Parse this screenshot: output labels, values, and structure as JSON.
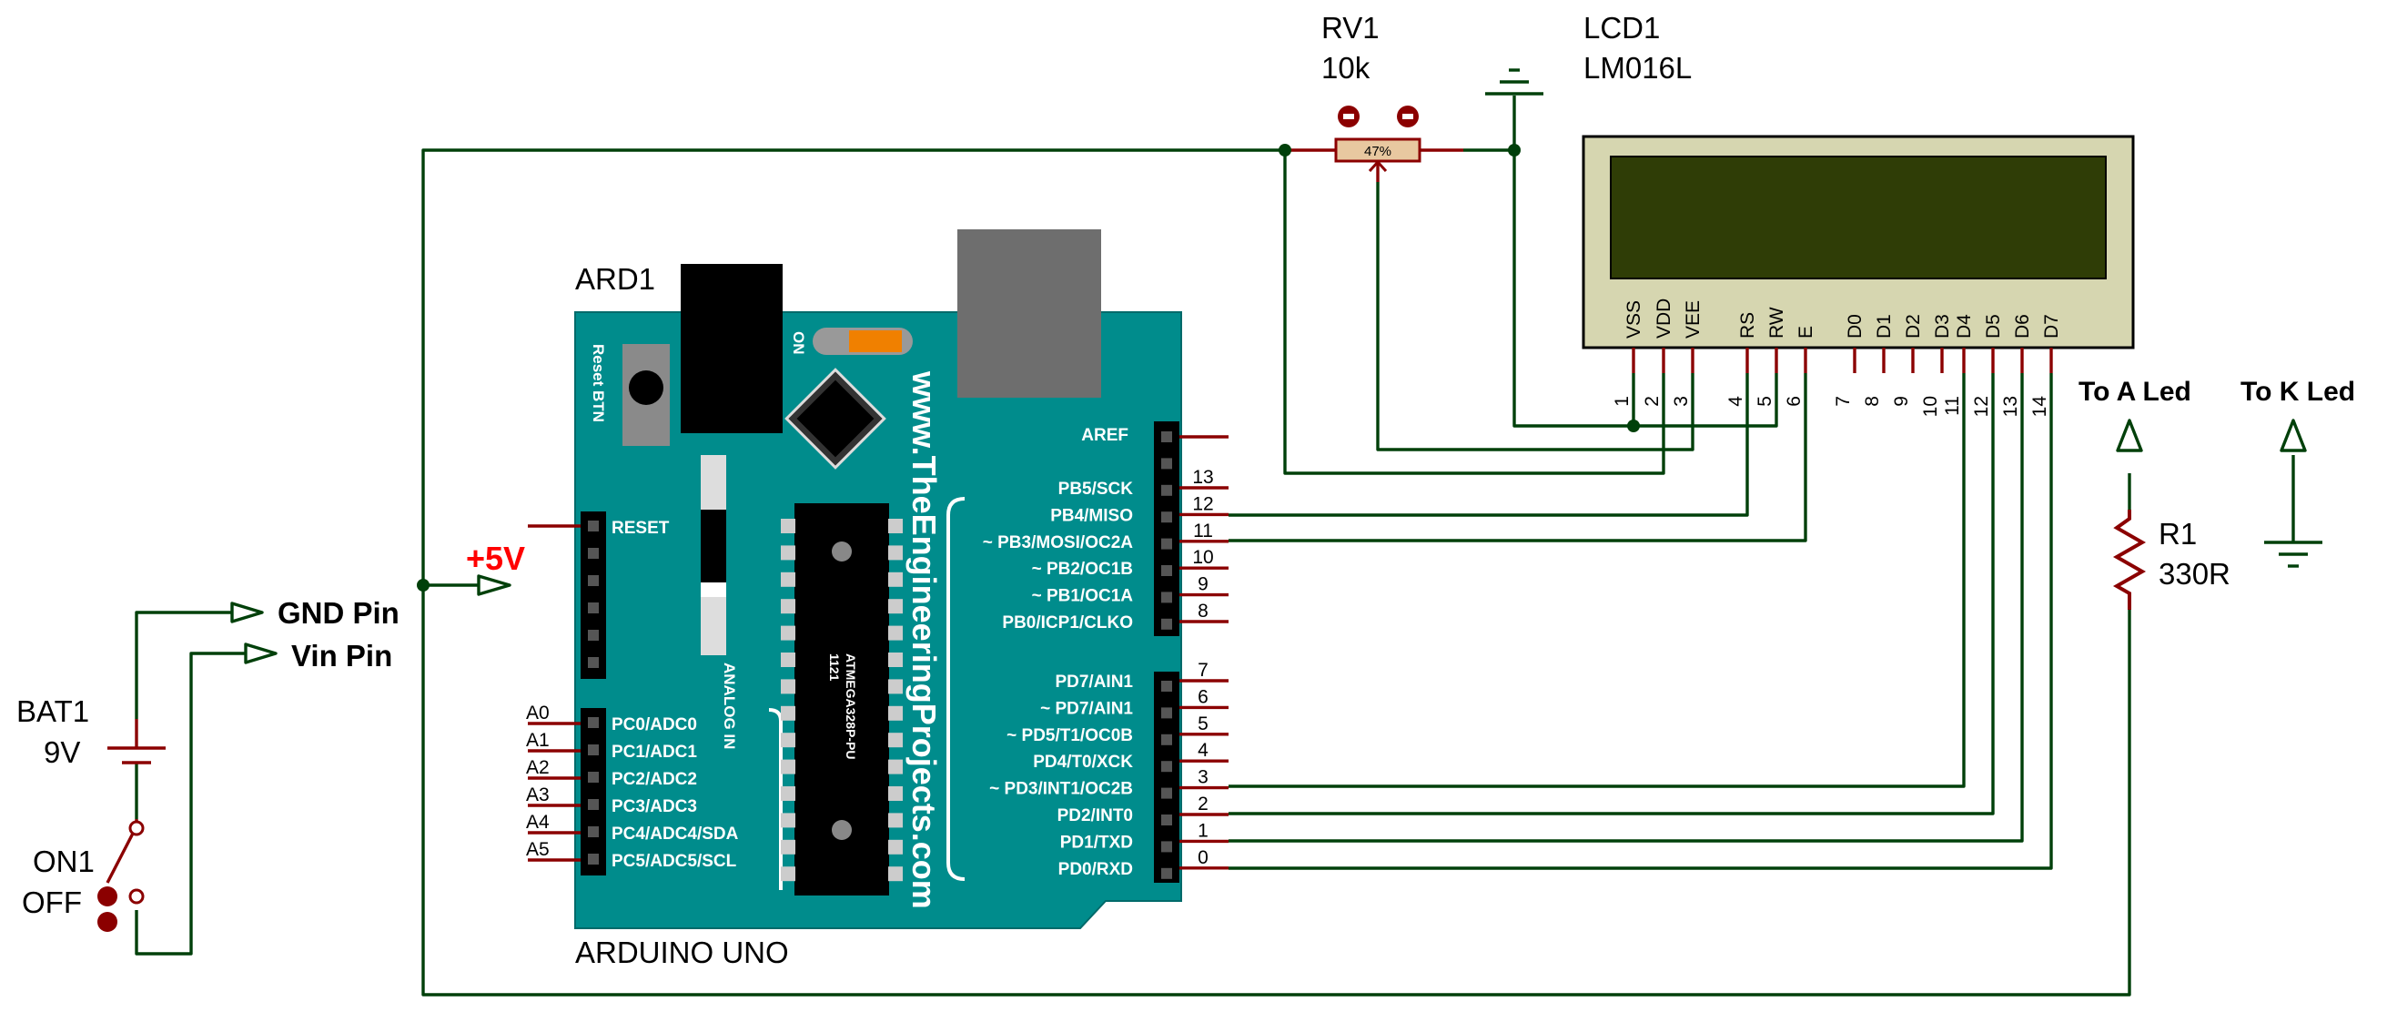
{
  "components": {
    "rv1": {
      "ref": "RV1",
      "value": "10k",
      "percent": "47%"
    },
    "lcd": {
      "ref": "LCD1",
      "model": "LM016L",
      "pins": [
        {
          "name": "VSS",
          "num": "1"
        },
        {
          "name": "VDD",
          "num": "2"
        },
        {
          "name": "VEE",
          "num": "3"
        },
        {
          "name": "RS",
          "num": "4"
        },
        {
          "name": "RW",
          "num": "5"
        },
        {
          "name": "E",
          "num": "6"
        },
        {
          "name": "D0",
          "num": "7"
        },
        {
          "name": "D1",
          "num": "8"
        },
        {
          "name": "D2",
          "num": "9"
        },
        {
          "name": "D3",
          "num": "10"
        },
        {
          "name": "D4",
          "num": "11"
        },
        {
          "name": "D5",
          "num": "12"
        },
        {
          "name": "D6",
          "num": "13"
        },
        {
          "name": "D7",
          "num": "14"
        }
      ]
    },
    "arduino": {
      "ref": "ARD1",
      "name": "ARDUINO UNO",
      "reset_btn": "Reset BTN",
      "on": "ON",
      "website": "www.TheEngineeringProjects.com",
      "chip": "ATMEGA328P-PU",
      "chip_code": "1121",
      "analog_in": "ANALOG IN",
      "aref": "AREF",
      "reset": "RESET",
      "analog_pins": [
        {
          "num": "A0",
          "label": "PC0/ADC0"
        },
        {
          "num": "A1",
          "label": "PC1/ADC1"
        },
        {
          "num": "A2",
          "label": "PC2/ADC2"
        },
        {
          "num": "A3",
          "label": "PC3/ADC3"
        },
        {
          "num": "A4",
          "label": "PC4/ADC4/SDA"
        },
        {
          "num": "A5",
          "label": "PC5/ADC5/SCL"
        }
      ],
      "digital_high": [
        {
          "num": "13",
          "label": "PB5/SCK"
        },
        {
          "num": "12",
          "label": "PB4/MISO"
        },
        {
          "num": "11",
          "label": "~ PB3/MOSI/OC2A"
        },
        {
          "num": "10",
          "label": "~ PB2/OC1B"
        },
        {
          "num": "9",
          "label": "~ PB1/OC1A"
        },
        {
          "num": "8",
          "label": "PB0/ICP1/CLKO"
        }
      ],
      "digital_low": [
        {
          "num": "7",
          "label": "PD7/AIN1"
        },
        {
          "num": "6",
          "label": "~ PD7/AIN1"
        },
        {
          "num": "5",
          "label": "~ PD5/T1/OC0B"
        },
        {
          "num": "4",
          "label": "PD4/T0/XCK"
        },
        {
          "num": "3",
          "label": "~ PD3/INT1/OC2B"
        },
        {
          "num": "2",
          "label": "PD2/INT0"
        },
        {
          "num": "1",
          "label": "PD1/TXD"
        },
        {
          "num": "0",
          "label": "PD0/RXD"
        }
      ]
    },
    "battery": {
      "ref": "BAT1",
      "value": "9V"
    },
    "switch": {
      "ref": "ON1",
      "state": "OFF"
    },
    "r1": {
      "ref": "R1",
      "value": "330R"
    }
  },
  "terminals": {
    "plus5v": "+5V",
    "gnd_pin": "GND Pin",
    "vin_pin": "Vin Pin",
    "to_a_led": "To A Led",
    "to_k_led": "To K Led"
  },
  "colors": {
    "wire": "#00400a",
    "pin": "#8b0000",
    "board": "#008c8c",
    "lcd_frame": "#d6d6b0",
    "lcd_screen": "#2f3d06",
    "power_label": "#ff0000"
  }
}
